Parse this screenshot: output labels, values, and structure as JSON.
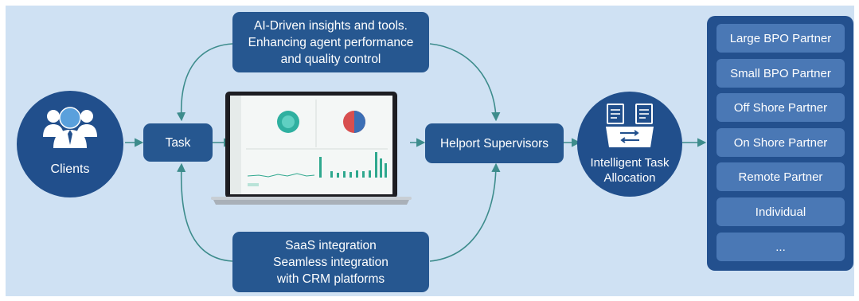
{
  "nodes": {
    "clients": {
      "label": "Clients"
    },
    "task": {
      "label": "Task"
    },
    "ai_tools": {
      "lines": [
        "AI-Driven insights and tools.",
        "Enhancing agent performance",
        "and quality control"
      ]
    },
    "saas": {
      "lines": [
        "SaaS integration",
        "Seamless integration",
        "with CRM platforms"
      ]
    },
    "supervisors": {
      "label": "Helport Supervisors"
    },
    "allocation": {
      "lines": [
        "Intelligent Task",
        "Allocation"
      ]
    }
  },
  "partners": [
    "Large BPO Partner",
    "Small BPO Partner",
    "Off Shore Partner",
    "On Shore Partner",
    "Remote Partner",
    "Individual",
    "..."
  ],
  "colors": {
    "background": "#cfe1f3",
    "node_dark": "#214f8c",
    "box": "#265790",
    "partner_item": "#4a78b5",
    "connector": "#3d8c8c"
  },
  "icons": {
    "clients": "users-group-icon",
    "allocation": "task-transfer-icon",
    "laptop": "dashboard-laptop-icon"
  }
}
